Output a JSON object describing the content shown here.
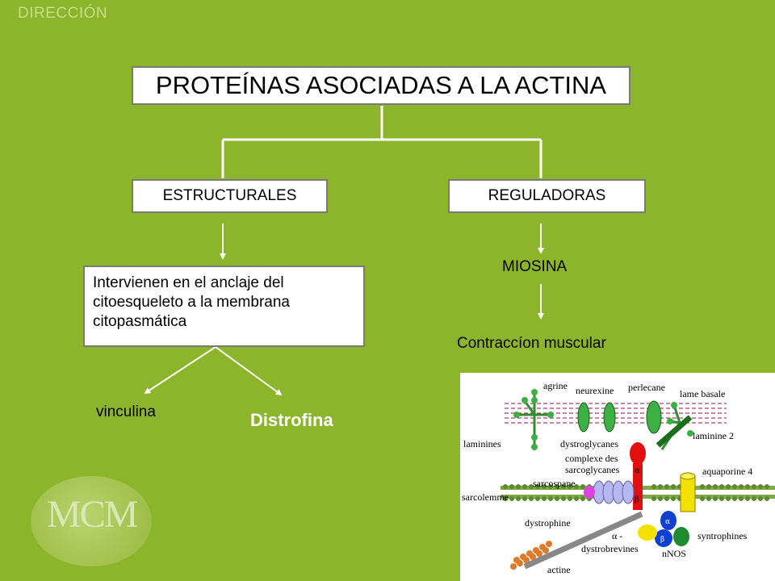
{
  "header": {
    "label": "DIRECCIÓN"
  },
  "diagram": {
    "title": "PROTEÍNAS ASOCIADAS A LA ACTINA",
    "categories": {
      "structural": "ESTRUCTURALES",
      "regulatory": "REGULADORAS"
    },
    "structural_description": "Intervienen en el anclaje del citoesqueleto a la membrana citopasmática",
    "structural_examples": [
      "vinculina",
      "Distrofina"
    ],
    "regulatory_protein": "MIOSINA",
    "regulatory_function": "Contraccíon muscular"
  },
  "logo": {
    "text": "MCM"
  },
  "figure": {
    "labels": {
      "agrine": "agrine",
      "neurexine": "neurexine",
      "perlecane": "perlecane",
      "lame_basale": "lame basale",
      "laminines": "laminines",
      "dystroglycanes": "dystroglycanes",
      "laminine2": "laminine 2",
      "complexe": "complexe des",
      "sarcoglycanes": "sarcoglycanes",
      "aquaporine": "aquaporine 4",
      "sarcospane": "sarcospane",
      "sarcolemme": "sarcolemme",
      "dystrophine": "dystrophine",
      "alpha_minus": "α -",
      "dystrobrevines": "dystrobrevines",
      "syntrophines": "syntrophines",
      "nnos": "nNOS",
      "actine": "actine"
    }
  }
}
